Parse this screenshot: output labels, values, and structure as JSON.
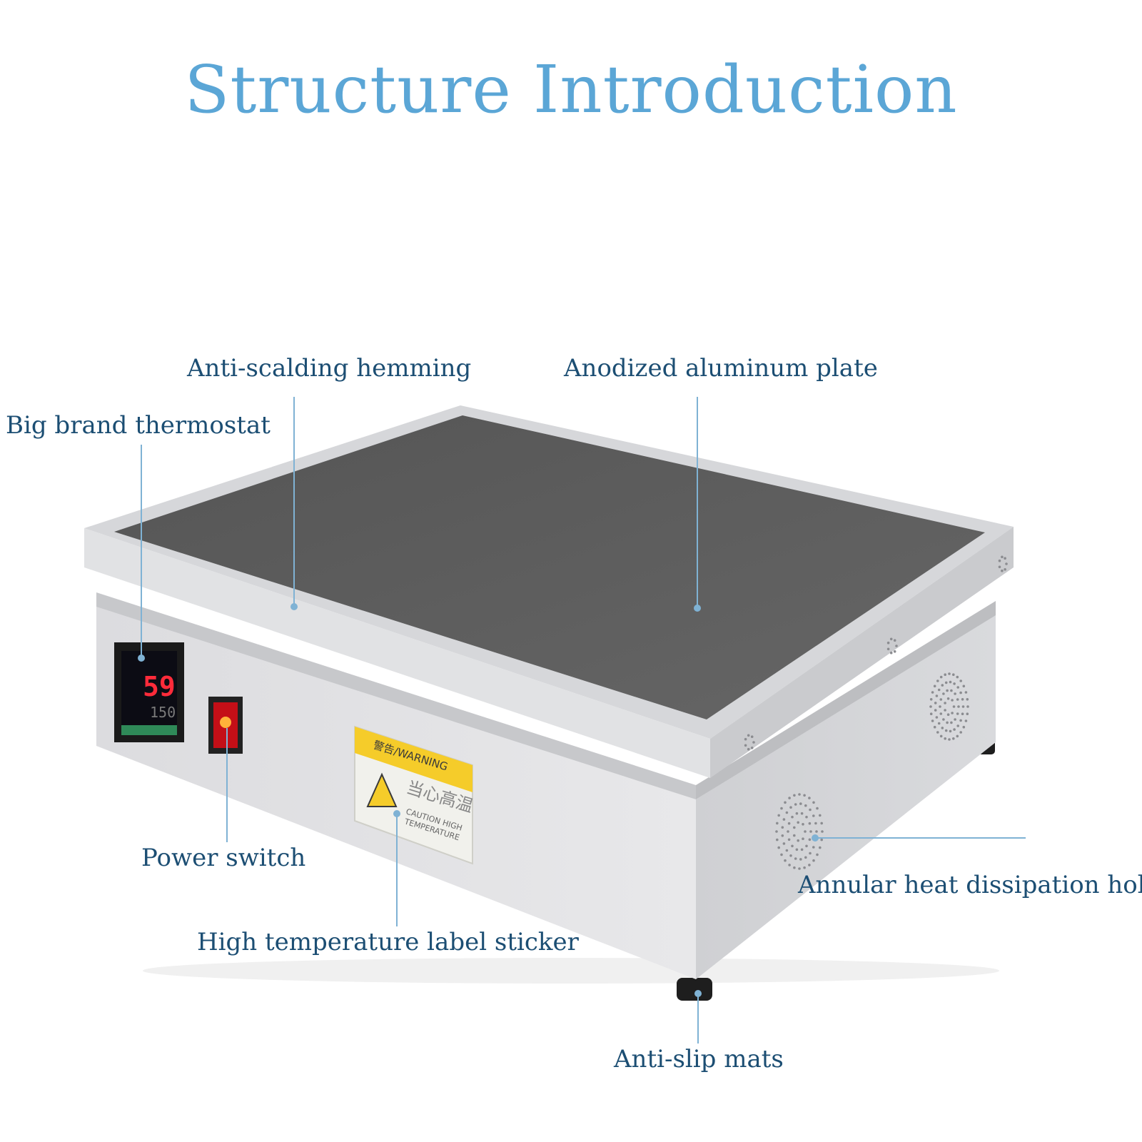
{
  "title": "Structure Introduction",
  "callouts": {
    "hemming": "Anti-scalding hemming",
    "plate": "Anodized aluminum plate",
    "thermostat": "Big brand thermostat",
    "power": "Power switch",
    "sticker": "High temperature label sticker",
    "holes": "Annular heat dissipation hole",
    "mats": "Anti-slip mats"
  },
  "device": {
    "display_main": "59",
    "display_sub": "150",
    "sticker_header": "警告/WARNING",
    "sticker_cn": "当心高温",
    "sticker_en_1": "CAUTION HIGH",
    "sticker_en_2": "TEMPERATURE"
  },
  "colors": {
    "title": "#5ba6d6",
    "callout_text": "#1c4e73",
    "leader_line": "#7fb2d4",
    "plate": "#5c5c5c",
    "body": "#e4e4e6",
    "frame": "#d9d9dc",
    "display_red": "#ff2b3a",
    "switch_red": "#e0141c",
    "sticker_yellow": "#f5cc2a"
  }
}
